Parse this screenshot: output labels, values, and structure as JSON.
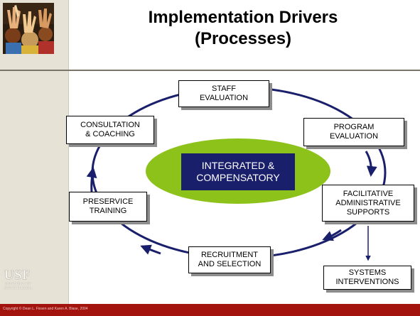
{
  "title": {
    "line1": "Implementation Drivers",
    "line2": "(Processes)"
  },
  "center": {
    "line1": "INTEGRATED &",
    "line2": "COMPENSATORY"
  },
  "boxes": {
    "staff_evaluation": {
      "line1": "STAFF",
      "line2": "EVALUATION"
    },
    "program_evaluation": {
      "line1": "PROGRAM",
      "line2": "EVALUATION"
    },
    "facilitative_supports": {
      "line1": "FACILITATIVE",
      "line2": "ADMINISTRATIVE",
      "line3": "SUPPORTS"
    },
    "systems_interventions": {
      "line1": "SYSTEMS",
      "line2": "INTERVENTIONS"
    },
    "recruitment_selection": {
      "line1": "RECRUITMENT",
      "line2": "AND SELECTION"
    },
    "preservice_training": {
      "line1": "PRESERVICE",
      "line2": "TRAINING"
    },
    "consultation_coaching": {
      "line1": "CONSULTATION",
      "line2": "& COACHING"
    }
  },
  "logo": {
    "letters": "USF",
    "subtitle": "UNIVERSITY OF\nSOUTH FLORIDA"
  },
  "footer": {
    "copyright": "Copyright © Dean L. Fixsen and Karen A. Blase, 2004"
  },
  "colors": {
    "cycle_arrow": "#1a1f6b",
    "center_ellipse": "#8cc21a",
    "center_label_bg": "#1a1f6b",
    "bottom_band": "#a3140f",
    "left_panel": "#e6e2d6"
  }
}
